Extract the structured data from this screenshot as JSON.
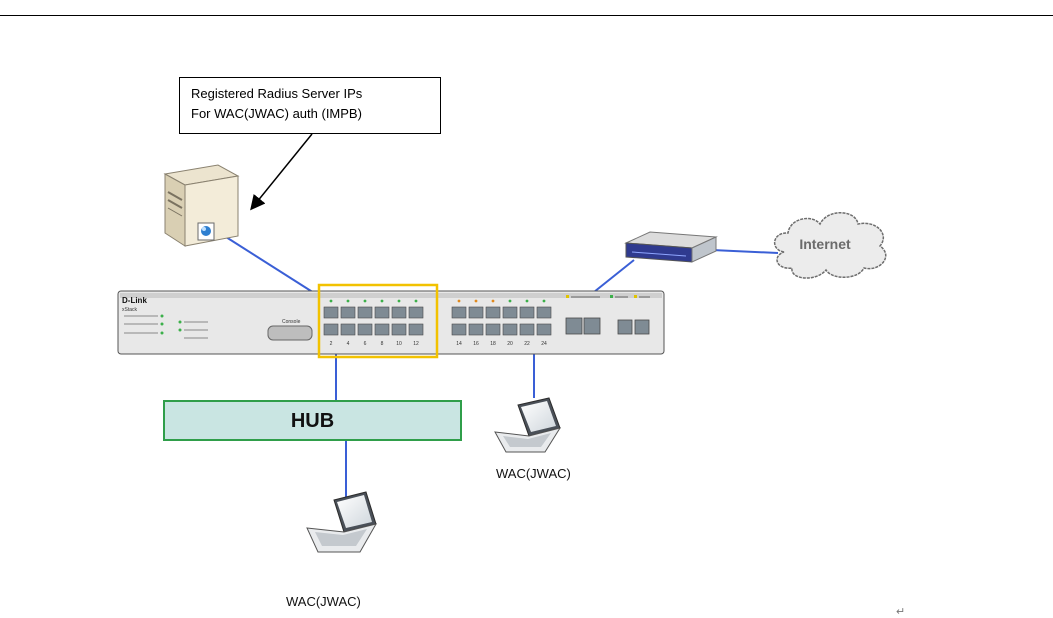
{
  "callout": {
    "line1": "Registered Radius Server IPs",
    "line2": "For WAC(JWAC) auth (IMPB)"
  },
  "hub": {
    "label": "HUB"
  },
  "internet": {
    "label": "Internet"
  },
  "switch": {
    "brand": "D-Link",
    "series": "xStack",
    "console_label": "Console",
    "port_numbers_group1": [
      "2",
      "4",
      "6",
      "8",
      "10",
      "12"
    ],
    "port_numbers_group2": [
      "14",
      "16",
      "18",
      "20",
      "22",
      "24"
    ]
  },
  "clients": [
    {
      "label": "WAC(JWAC)"
    },
    {
      "label": "WAC(JWAC)"
    }
  ],
  "return_mark": "↵",
  "colors": {
    "link": "#3a5fd6",
    "highlight": "#f2c200",
    "hub_fill": "#c9e5e2",
    "hub_border": "#2f9e4a"
  }
}
